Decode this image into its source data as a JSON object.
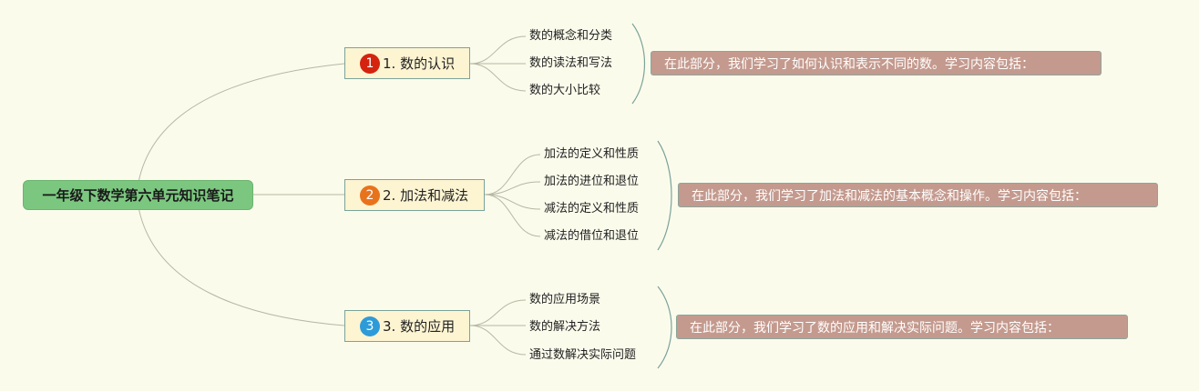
{
  "root": {
    "label": "一年级下数学第六单元知识笔记"
  },
  "colors": {
    "background": "#fbfbec",
    "root_fill": "#7bc77f",
    "topic_fill": "#fdf4d2",
    "note_fill": "#c49a8e",
    "badge_1": "#d4230e",
    "badge_2": "#e8731d",
    "badge_3": "#2e9bd9"
  },
  "topics": [
    {
      "badge": "1",
      "label": "1. 数的认识",
      "subtopics": [
        "数的概念和分类",
        "数的读法和写法",
        "数的大小比较"
      ],
      "summary": "在此部分，我们学习了如何认识和表示不同的数。学习内容包括："
    },
    {
      "badge": "2",
      "label": "2. 加法和减法",
      "subtopics": [
        "加法的定义和性质",
        "加法的进位和退位",
        "减法的定义和性质",
        "减法的借位和退位"
      ],
      "summary": "在此部分，我们学习了加法和减法的基本概念和操作。学习内容包括："
    },
    {
      "badge": "3",
      "label": "3. 数的应用",
      "subtopics": [
        "数的应用场景",
        "数的解决方法",
        "通过数解决实际问题"
      ],
      "summary": "在此部分，我们学习了数的应用和解决实际问题。学习内容包括："
    }
  ]
}
